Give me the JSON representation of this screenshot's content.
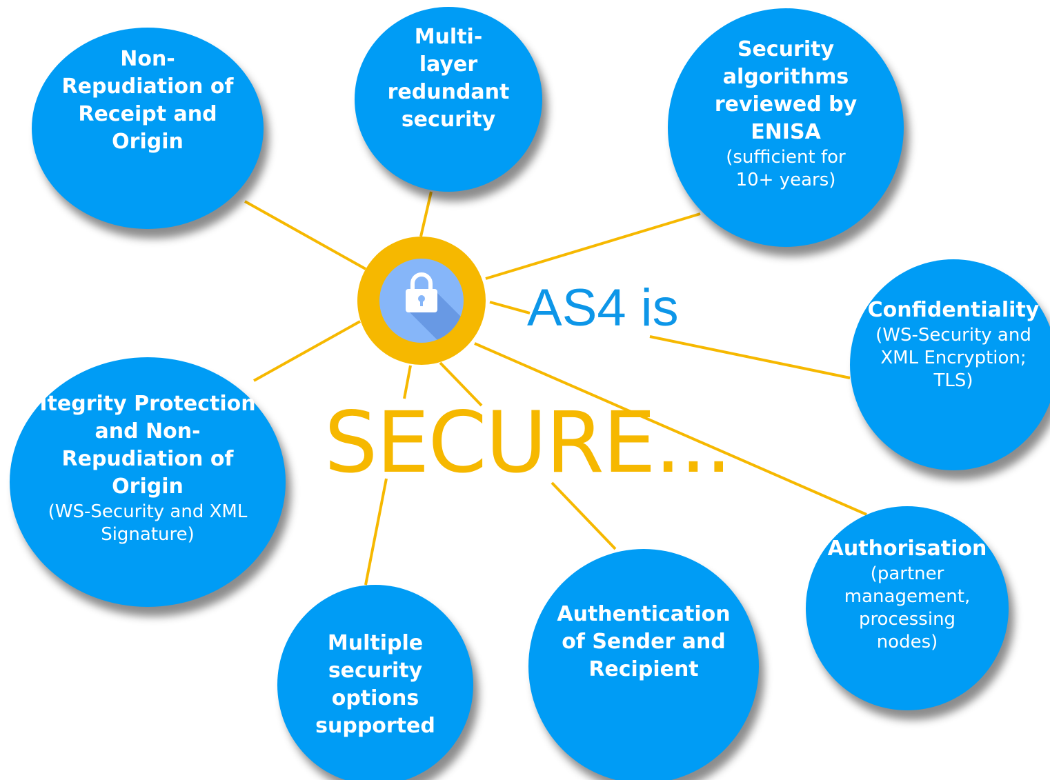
{
  "hub": {
    "icon": "lock-icon",
    "colors": {
      "ring": "#f6b800",
      "center": "#86b6f9"
    }
  },
  "headline": {
    "line1": "AS4 is",
    "line2": "SECURE..."
  },
  "colors": {
    "bubble": "#009cf5",
    "connector": "#f6b800",
    "headline_blue": "#0d96e8",
    "headline_gold": "#f6b800"
  },
  "features": {
    "non_repudiation_receipt": {
      "title": "Non-Repudiation of Receipt and Origin",
      "sub": ""
    },
    "multi_layer": {
      "title": "Multi-layer redundant security",
      "sub": ""
    },
    "enisa": {
      "title": "Security algorithms reviewed by ENISA",
      "sub": "(sufficient for 10+ years)"
    },
    "confidentiality": {
      "title": "Confidentiality",
      "sub": "(WS-Security and XML Encryption; TLS)"
    },
    "integrity": {
      "title": "Itegrity Protection and Non-Repudiation of Origin",
      "sub": "(WS-Security and XML Signature)"
    },
    "multiple_options": {
      "title": "Multiple security options supported",
      "sub": ""
    },
    "authentication": {
      "title": "Authentication of Sender and Recipient",
      "sub": ""
    },
    "authorisation": {
      "title": "Authorisation",
      "sub": "(partner management, processing nodes)"
    }
  }
}
